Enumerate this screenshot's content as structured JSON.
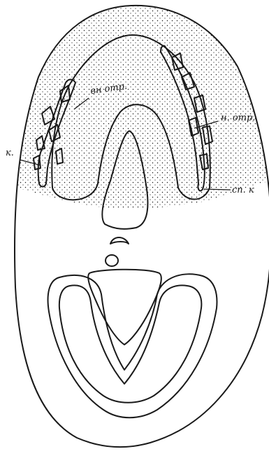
{
  "labels": {
    "inner_layer": "вн отр.",
    "outer_layer": "н. отр.",
    "channel": "к.",
    "cavity": "сп. к"
  },
  "colors": {
    "ink": "#1a1a1a",
    "background": "#ffffff"
  }
}
